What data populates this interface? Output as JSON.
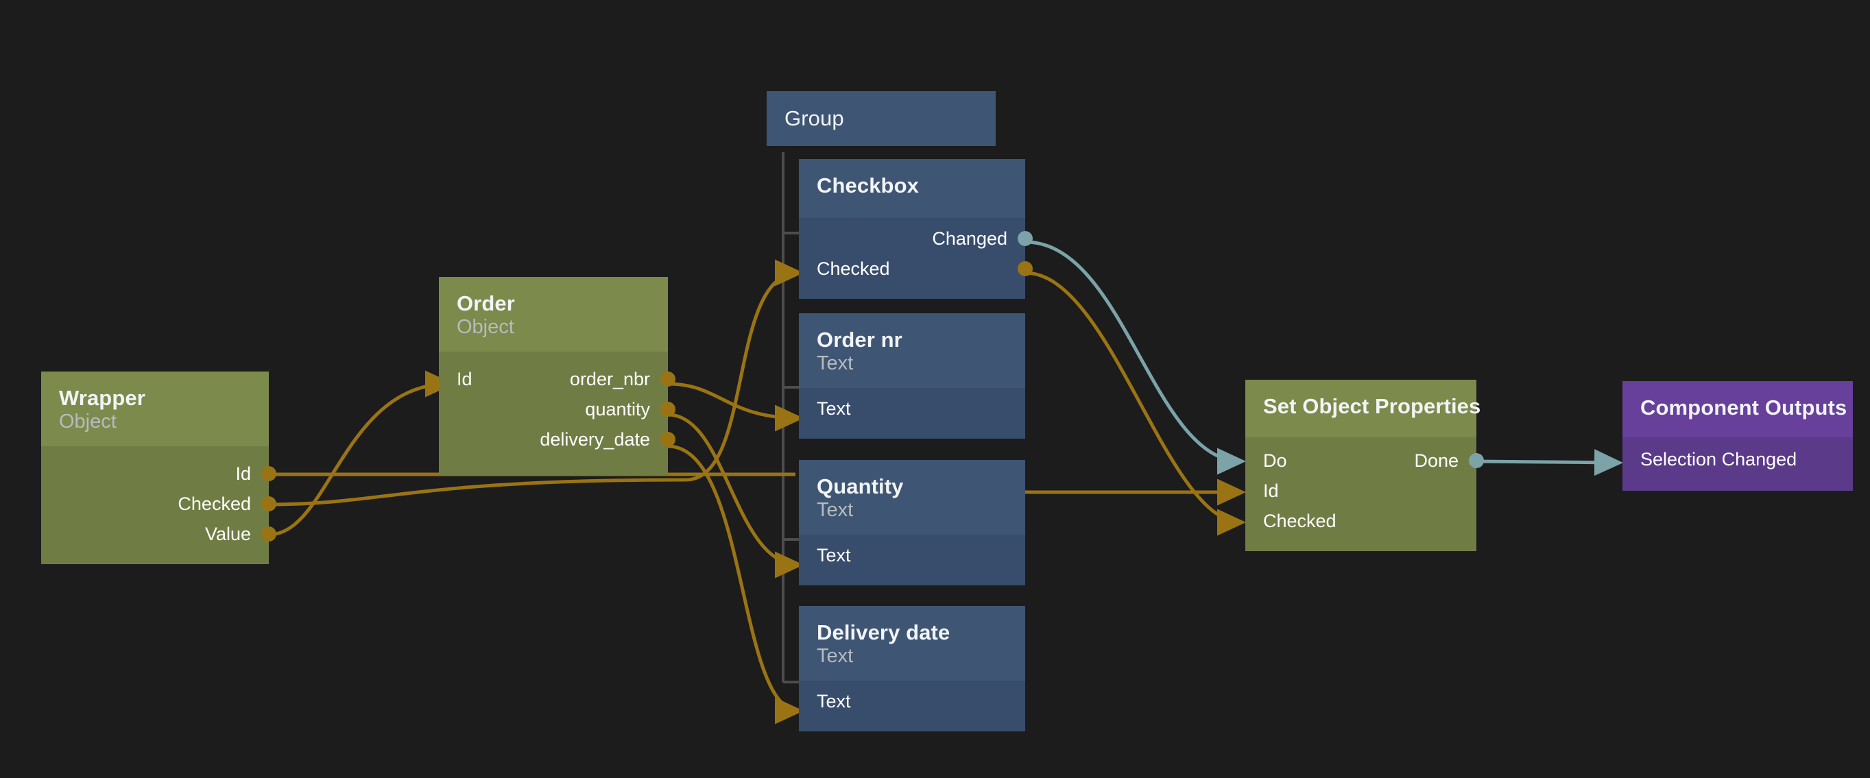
{
  "canvas": {
    "background": "#1c1c1c",
    "wire_color_data": "#9a7414",
    "wire_color_event": "#7ba3a8",
    "group_bracket_color": "#4d4d4d"
  },
  "group": {
    "label": "Group",
    "color": "#3e5574"
  },
  "nodes": [
    {
      "id": "wrapper",
      "title": "Wrapper",
      "subtitle": "Object",
      "kind": "green",
      "inputs": [],
      "outputs": [
        "Id",
        "Checked",
        "Value"
      ]
    },
    {
      "id": "order",
      "title": "Order",
      "subtitle": "Object",
      "kind": "green",
      "inputs": [
        "Id"
      ],
      "outputs": [
        "order_nbr",
        "quantity",
        "delivery_date"
      ]
    },
    {
      "id": "checkbox",
      "title": "Checkbox",
      "subtitle": "",
      "kind": "blue",
      "inputs": [
        "Checked"
      ],
      "outputs": [
        "Changed",
        ""
      ]
    },
    {
      "id": "order-nr",
      "title": "Order nr",
      "subtitle": "Text",
      "kind": "blue",
      "inputs": [
        "Text"
      ],
      "outputs": []
    },
    {
      "id": "quantity",
      "title": "Quantity",
      "subtitle": "Text",
      "kind": "blue",
      "inputs": [
        "Text"
      ],
      "outputs": []
    },
    {
      "id": "delivery-date",
      "title": "Delivery date",
      "subtitle": "Text",
      "kind": "blue",
      "inputs": [
        "Text"
      ],
      "outputs": []
    },
    {
      "id": "set-object-properties",
      "title": "Set Object Properties",
      "subtitle": "",
      "kind": "green",
      "inputs": [
        "Do",
        "Id",
        "Checked"
      ],
      "outputs": [
        "Done"
      ]
    },
    {
      "id": "component-outputs",
      "title": "Component Outputs",
      "subtitle": "",
      "kind": "purple",
      "inputs": [
        "Selection Changed"
      ],
      "outputs": []
    }
  ],
  "labels": {
    "wrapper_title": "Wrapper",
    "wrapper_subtitle": "Object",
    "wrapper_out_id": "Id",
    "wrapper_out_checked": "Checked",
    "wrapper_out_value": "Value",
    "order_title": "Order",
    "order_subtitle": "Object",
    "order_in_id": "Id",
    "order_out_order_nbr": "order_nbr",
    "order_out_quantity": "quantity",
    "order_out_delivery_date": "delivery_date",
    "group_label": "Group",
    "checkbox_title": "Checkbox",
    "checkbox_out_changed": "Changed",
    "checkbox_in_checked": "Checked",
    "ordernr_title": "Order nr",
    "ordernr_subtitle": "Text",
    "ordernr_in_text": "Text",
    "quantity_title": "Quantity",
    "quantity_subtitle": "Text",
    "quantity_in_text": "Text",
    "delivery_title": "Delivery date",
    "delivery_subtitle": "Text",
    "delivery_in_text": "Text",
    "sop_title": "Set Object Properties",
    "sop_in_do": "Do",
    "sop_in_id": "Id",
    "sop_in_checked": "Checked",
    "sop_out_done": "Done",
    "co_title": "Component Outputs",
    "co_in_selection_changed": "Selection Changed"
  }
}
